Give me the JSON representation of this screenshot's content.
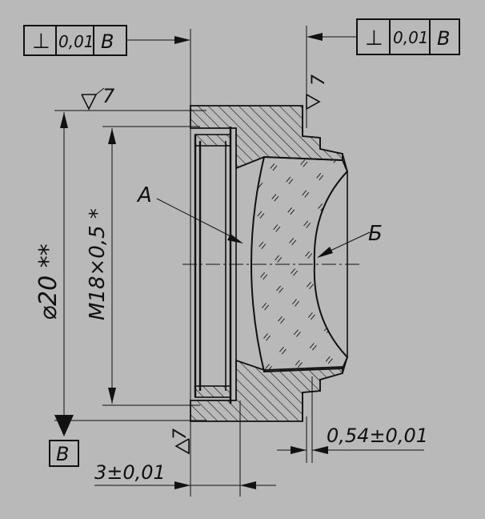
{
  "tolerance_frame_left": {
    "symbol": "⊥",
    "value": "0,01",
    "datum": "В"
  },
  "tolerance_frame_right": {
    "symbol": "⊥",
    "value": "0,01",
    "datum": "В"
  },
  "roughness_top_left": "7",
  "roughness_top_right": "7",
  "roughness_bottom": "7",
  "dim_outer_diameter": "⌀20 **",
  "dim_thread": "M18×0,5 *",
  "label_a": "А",
  "label_b": "Б",
  "datum_box": "В",
  "dim_thickness": "3±0,01",
  "dim_gap": "0,54±0,01",
  "colors": {
    "paper": "#b9b9b9",
    "ink": "#111111"
  }
}
